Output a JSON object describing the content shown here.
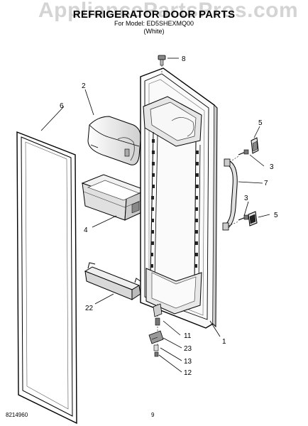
{
  "watermark": "AppliancePartsPros.com",
  "title": "REFRIGERATOR DOOR PARTS",
  "model_line": "For Model: ED5SHEXMQ00",
  "color_line": "(White)",
  "callouts": {
    "c8": "8",
    "c2": "2",
    "c6": "6",
    "c5a": "5",
    "c3a": "3",
    "c7": "7",
    "c3b": "3",
    "c5b": "5",
    "c4": "4",
    "c22": "22",
    "c11": "11",
    "c1": "1",
    "c23": "23",
    "c13": "13",
    "c12": "12"
  },
  "footer": {
    "doc_number": "8214960",
    "page_number": "9"
  }
}
